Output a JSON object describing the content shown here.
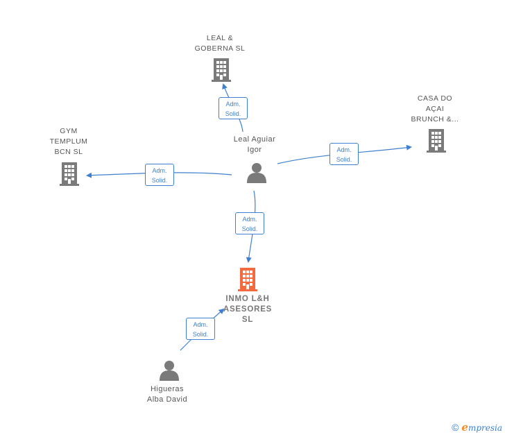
{
  "nodes": {
    "leal_goberna": {
      "label": "LEAL &\nGOBERNA  SL",
      "type": "company"
    },
    "casa_do_acai": {
      "label": "CASA DO\nAÇAI\nBRUNCH &...",
      "type": "company"
    },
    "gym_templum": {
      "label": "GYM\nTEMPLUM\nBCN  SL",
      "type": "company"
    },
    "leal_aguiar": {
      "label": "Leal Aguiar\nIgor",
      "type": "person"
    },
    "inmo_lh": {
      "label": "INMO L&H\nASESORES\nSL",
      "type": "company-focus"
    },
    "higueras": {
      "label": "Higueras\nAlba David",
      "type": "person"
    }
  },
  "edges": [
    {
      "id": "e1",
      "line1": "Adm.",
      "line2": "Solid."
    },
    {
      "id": "e2",
      "line1": "Adm.",
      "line2": "Solid."
    },
    {
      "id": "e3",
      "line1": "Adm.",
      "line2": "Solid."
    },
    {
      "id": "e4",
      "line1": "Adm.",
      "line2": "Solid."
    },
    {
      "id": "e5",
      "line1": "Adm.",
      "line2": "Solid."
    }
  ],
  "colors": {
    "edge": "#3e7fcf",
    "company_icon": "#7a7a7a",
    "focus_icon": "#f26a3d",
    "person_icon": "#7a7a7a"
  },
  "footer": {
    "copyright": "©",
    "brand_initial": "e",
    "brand_rest": "mpresia"
  }
}
